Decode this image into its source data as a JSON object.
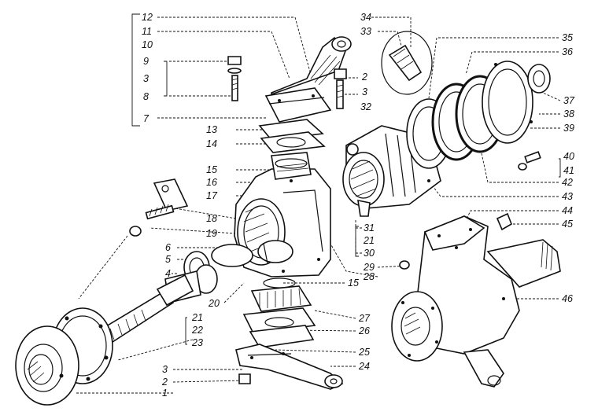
{
  "callouts": {
    "c12": "12",
    "c11": "11",
    "c10": "10",
    "c9": "9",
    "c3a": "3",
    "c8": "8",
    "c7": "7",
    "c2a": "2",
    "c3b": "3",
    "c32": "32",
    "c34": "34",
    "c33": "33",
    "c35": "35",
    "c36": "36",
    "c37": "37",
    "c38": "38",
    "c39": "39",
    "c40": "40",
    "c41": "41",
    "c42": "42",
    "c43": "43",
    "c44": "44",
    "c45": "45",
    "c46": "46",
    "c13": "13",
    "c14": "14",
    "c15a": "15",
    "c16": "16",
    "c17": "17",
    "c18": "18",
    "c19": "19",
    "c6": "6",
    "c5": "5",
    "c4": "4",
    "c20": "20",
    "c15b": "15",
    "c31": "31",
    "c21a": "21",
    "c30": "30",
    "c29": "29",
    "c28": "28",
    "c27": "27",
    "c26": "26",
    "c25": "25",
    "c24": "24",
    "c21b": "21",
    "c22": "22",
    "c23": "23",
    "c3c": "3",
    "c2b": "2",
    "c1": "1"
  },
  "colors": {
    "ink": "#111111",
    "paper": "#ffffff"
  }
}
